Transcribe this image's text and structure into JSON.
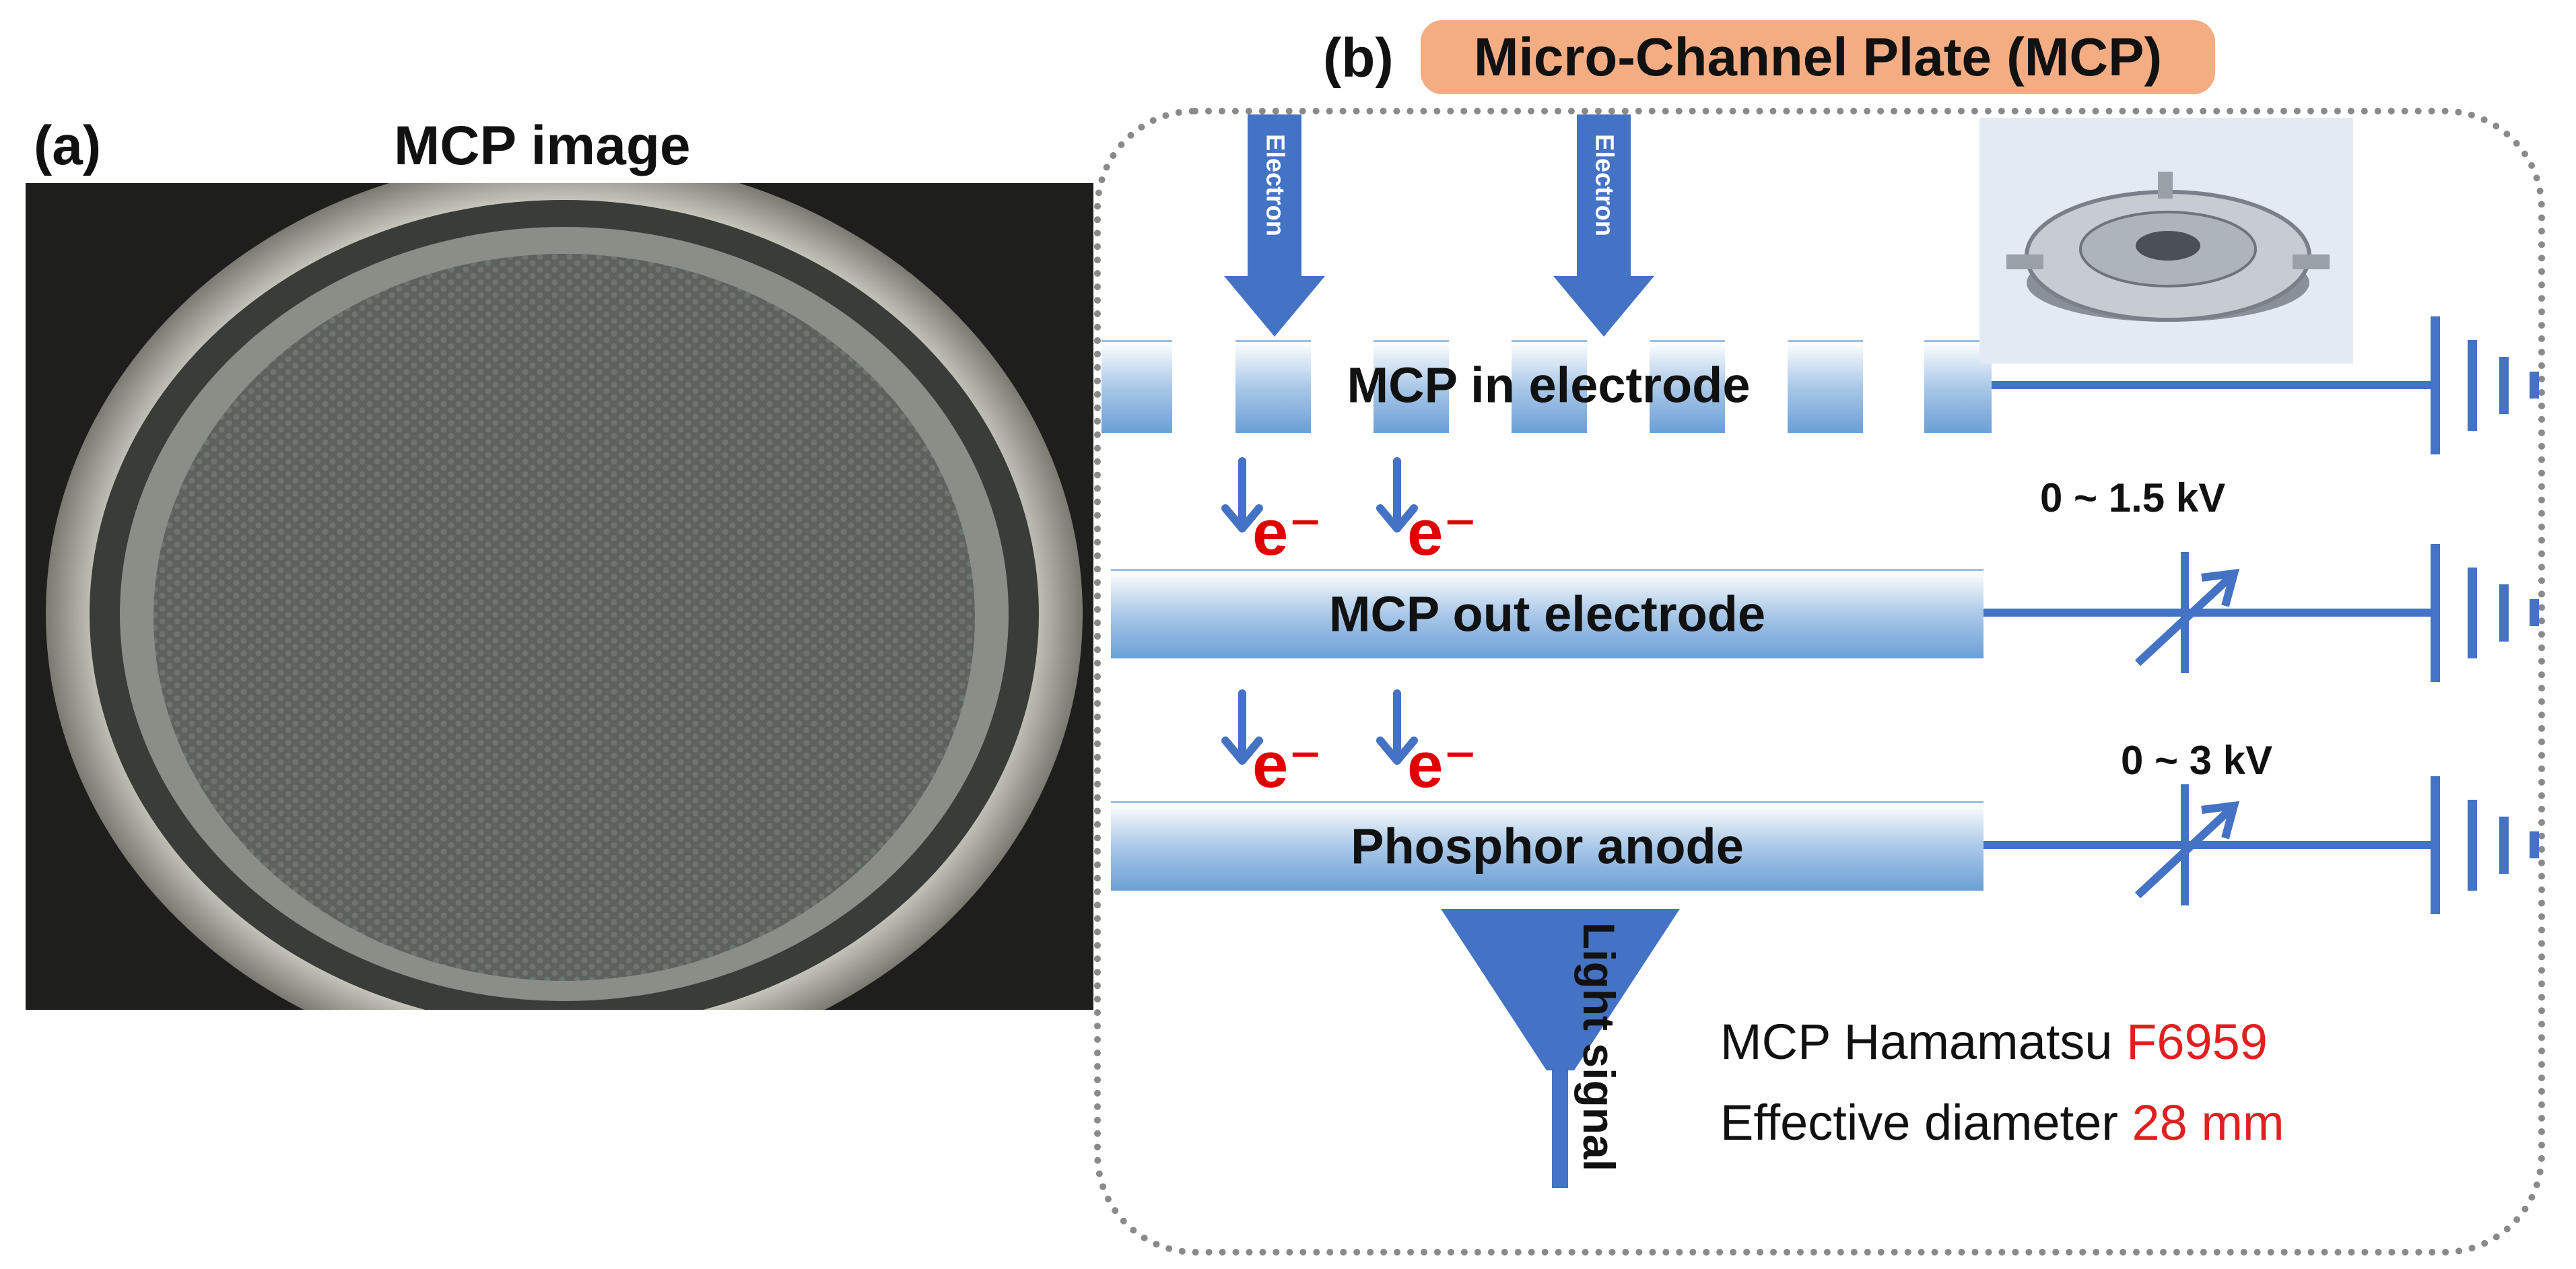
{
  "panel_a": {
    "label": "(a)",
    "title": "MCP image"
  },
  "panel_b": {
    "label": "(b)",
    "title": "Micro-Channel Plate (MCP)",
    "arrows": {
      "left": "Electron",
      "right": "Electron"
    },
    "electrodes": {
      "in": "MCP in electrode",
      "out": "MCP out electrode",
      "anode": "Phosphor anode"
    },
    "electron_symbol": "e⁻",
    "voltages": {
      "out": "0 ~ 1.5 kV",
      "anode": "0 ~ 3 kV"
    },
    "light_signal": "Light signal",
    "info": {
      "model_prefix": "MCP Hamamatsu ",
      "model": "F6959",
      "diameter_prefix": "Effective diameter ",
      "diameter": "28 mm"
    }
  },
  "colors": {
    "accent_blue": "#4472c4",
    "electron_red": "#e00000",
    "title_badge": "#f4ad82",
    "frame_dotted": "#8a8a8a"
  }
}
